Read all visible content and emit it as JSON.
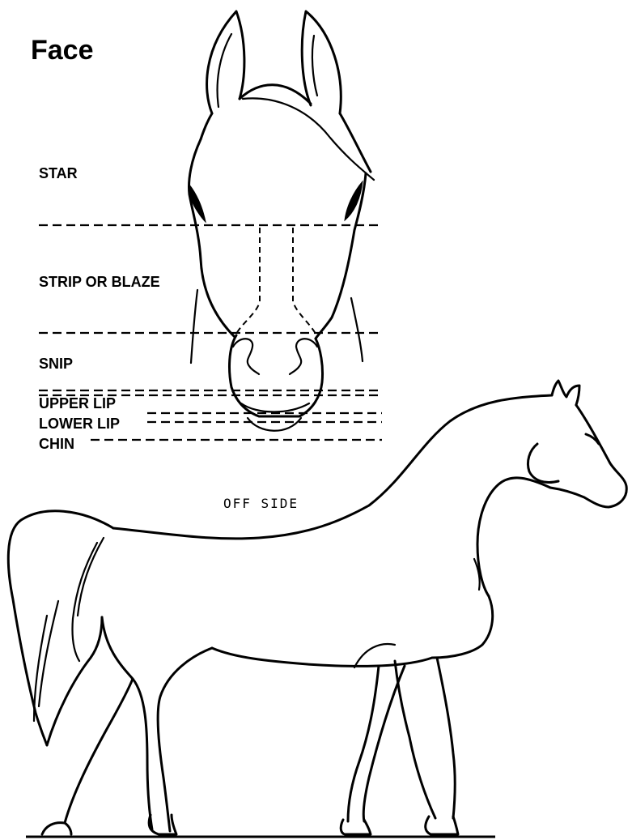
{
  "title": "Face",
  "face_zones": [
    "STAR",
    "STRIP OR BLAZE",
    "SNIP",
    "UPPER LIP",
    "LOWER LIP",
    "CHIN"
  ],
  "body_label": "OFF SIDE",
  "colors": {
    "ink": "#000000",
    "background": "#ffffff"
  },
  "icons": [
    "horse-head-front-outline",
    "horse-body-side-outline"
  ]
}
